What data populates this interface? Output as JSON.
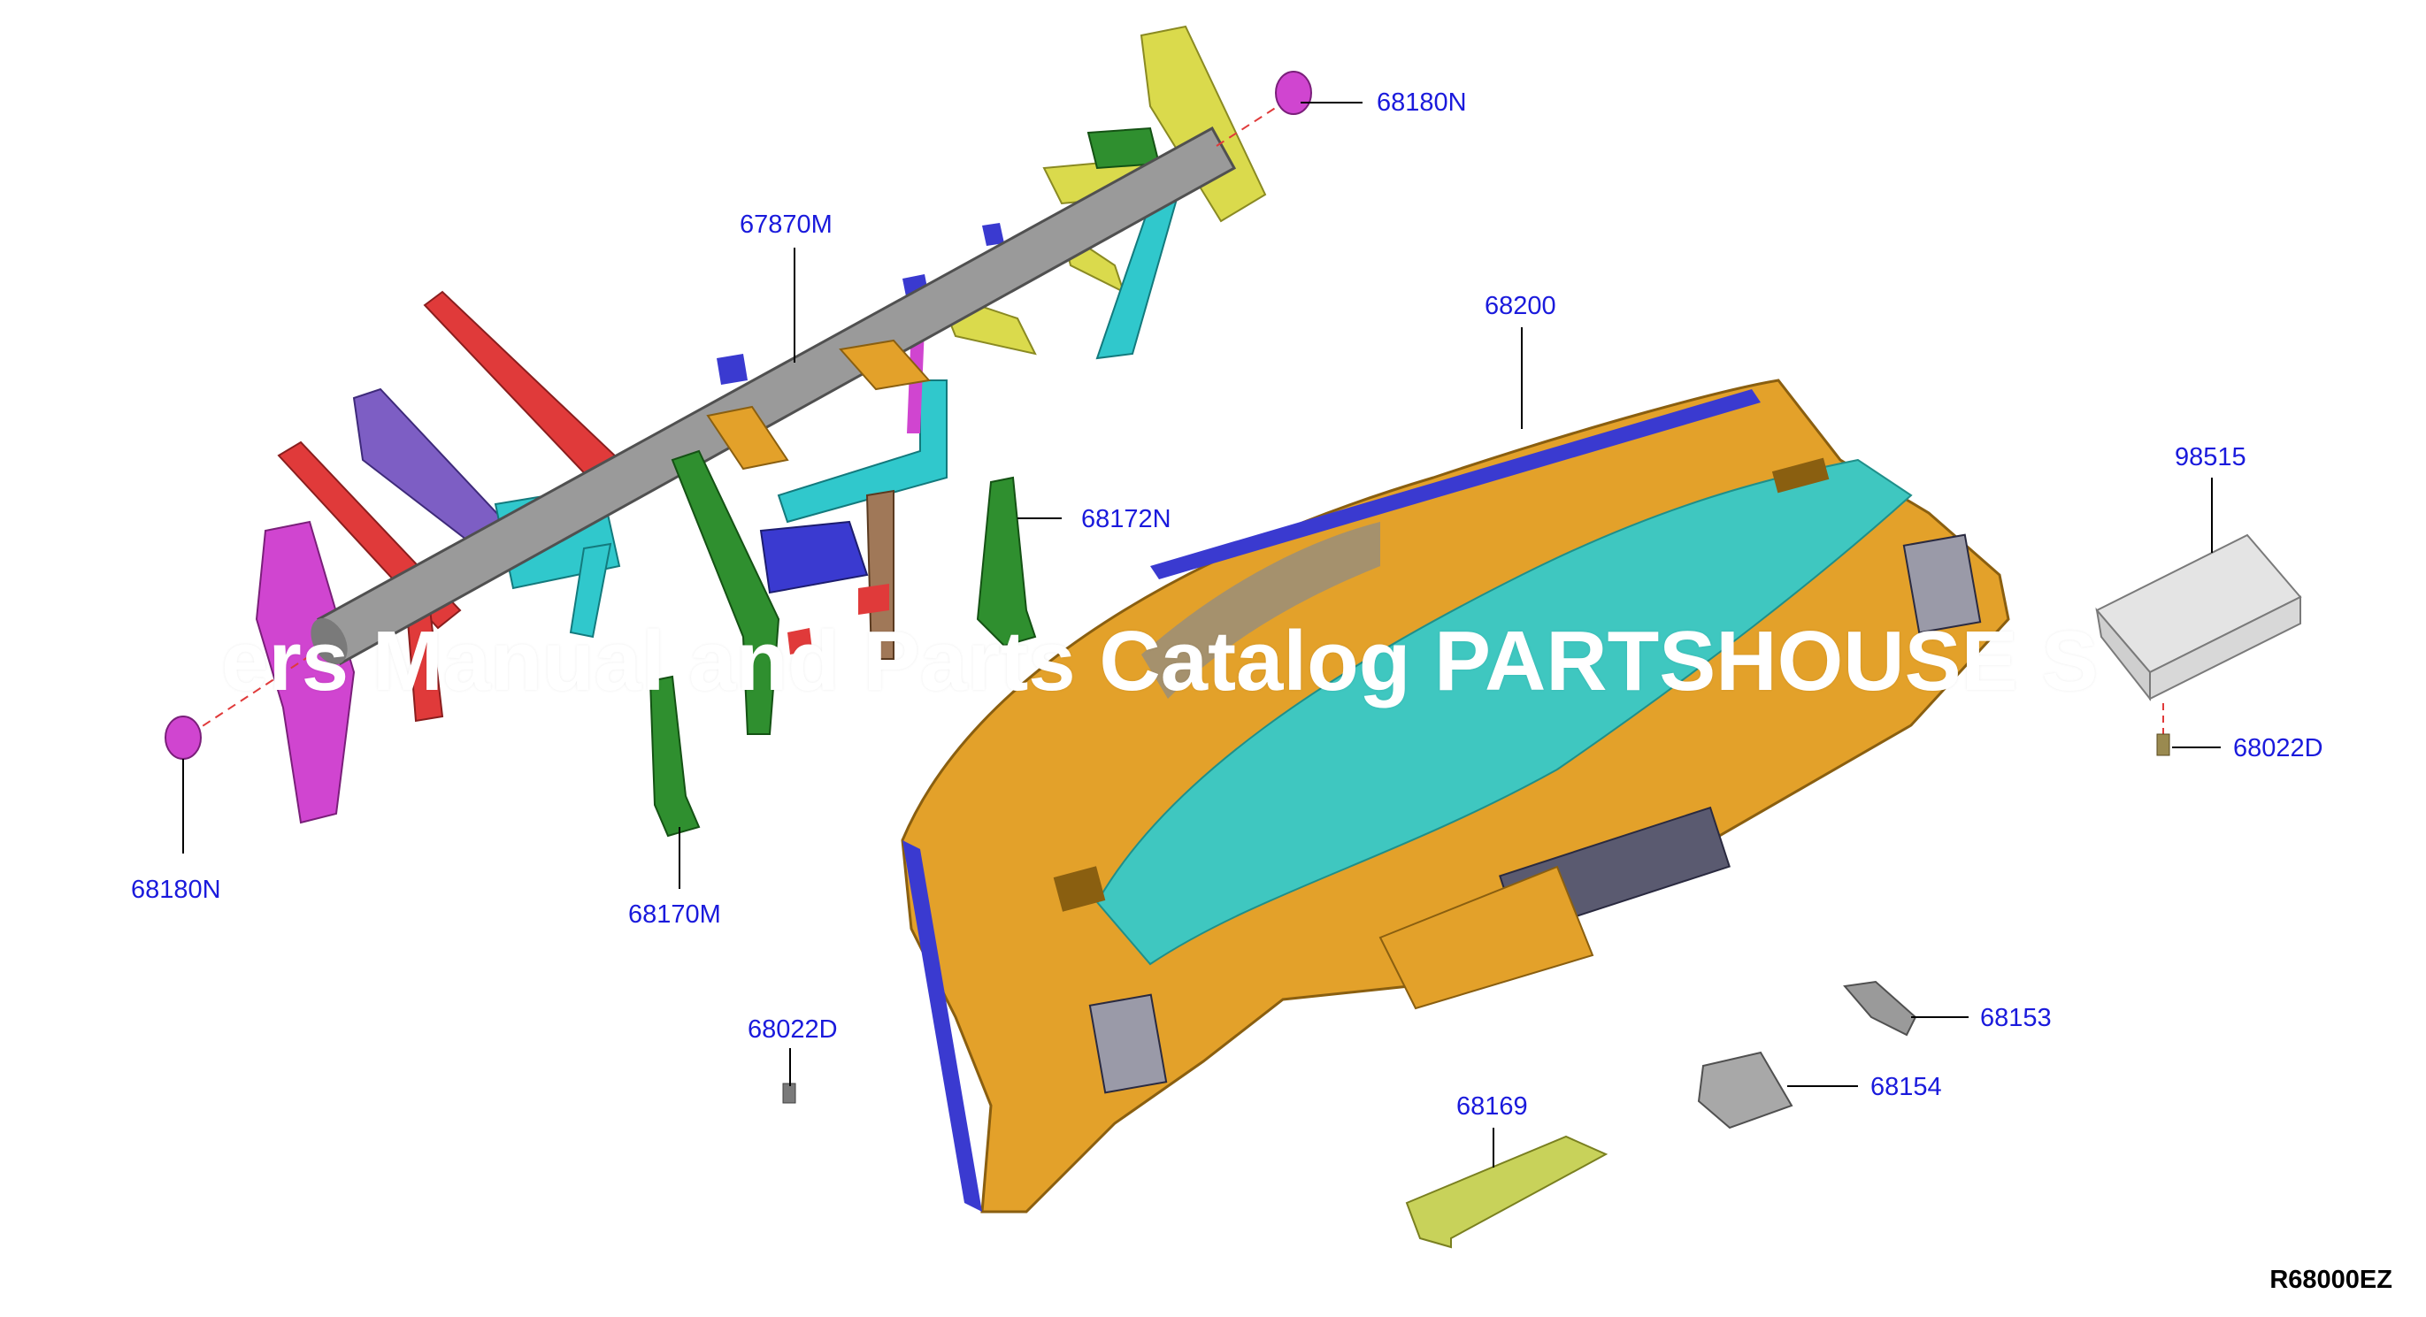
{
  "diagram": {
    "callouts": [
      {
        "id": "c1",
        "label": "68180N"
      },
      {
        "id": "c2",
        "label": "67870M"
      },
      {
        "id": "c3",
        "label": "68200"
      },
      {
        "id": "c4",
        "label": "98515"
      },
      {
        "id": "c5",
        "label": "68172N"
      },
      {
        "id": "c6",
        "label": "68022D"
      },
      {
        "id": "c7",
        "label": "68180N"
      },
      {
        "id": "c8",
        "label": "68170M"
      },
      {
        "id": "c9",
        "label": "68022D"
      },
      {
        "id": "c10",
        "label": "68153"
      },
      {
        "id": "c11",
        "label": "68154"
      },
      {
        "id": "c12",
        "label": "68169"
      }
    ],
    "watermark": "ers Manual and Parts Catalog PARTSHOUSE S",
    "code": "R68000EZ",
    "colors": {
      "callout": "#1a1adc",
      "panel": "#e3a12a",
      "pad": "#3fc7c0",
      "beam": "#9a9a9a",
      "bracket_red": "#e03a3a",
      "bracket_purple": "#7d5ec4",
      "bracket_magenta": "#d045d0",
      "bracket_green": "#2f8f2f",
      "bracket_cyan": "#30c8cc",
      "bracket_yellow": "#dada4c",
      "bracket_blue": "#3a3ad0",
      "airbag": "#e4e4e4"
    }
  }
}
